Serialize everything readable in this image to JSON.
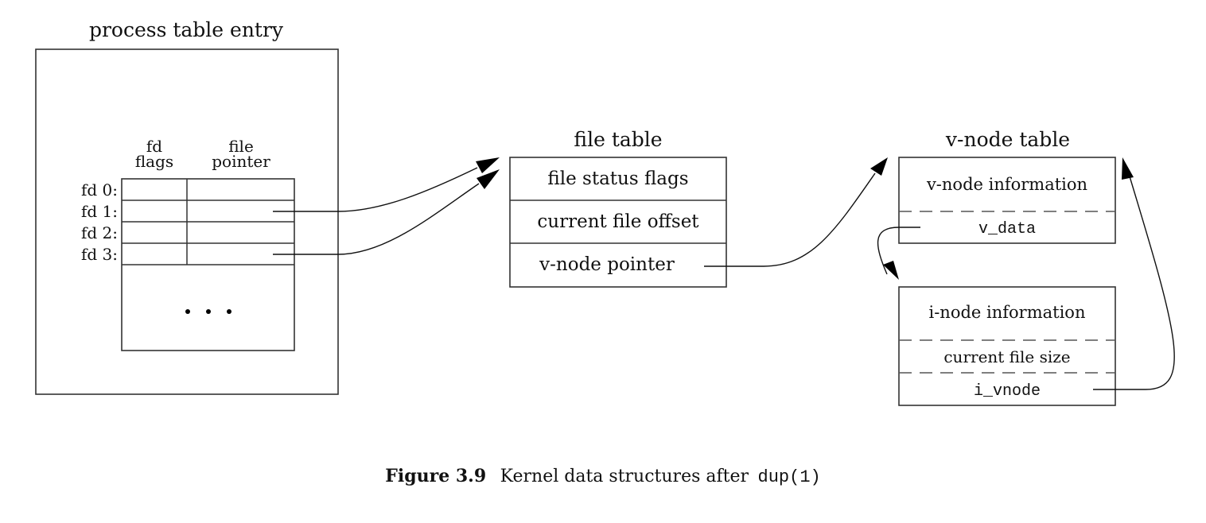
{
  "process_table": {
    "title": "process table entry",
    "col_headers": {
      "fd_flags": [
        "fd",
        "flags"
      ],
      "file_pointer": [
        "file",
        "pointer"
      ]
    },
    "rows": [
      "fd 0:",
      "fd 1:",
      "fd 2:",
      "fd 3:"
    ],
    "ellipsis": "• • •"
  },
  "file_table": {
    "title": "file table",
    "fields": [
      "file status flags",
      "current file offset",
      "v-node pointer"
    ]
  },
  "vnode_table": {
    "title": "v-node table",
    "vnode_fields": [
      "v-node information",
      "v_data"
    ],
    "inode_fields": [
      "i-node information",
      "current file size",
      "i_vnode"
    ]
  },
  "caption": {
    "label": "Figure 3.9",
    "text": "Kernel data structures after",
    "code": "dup(1)"
  },
  "arrows": [
    {
      "from": "fd 1: file pointer",
      "to": "file table"
    },
    {
      "from": "fd 3: file pointer",
      "to": "file table"
    },
    {
      "from": "v-node pointer",
      "to": "v-node table"
    },
    {
      "from": "v_data",
      "to": "i-node information"
    },
    {
      "from": "i_vnode",
      "to": "v-node table"
    }
  ]
}
